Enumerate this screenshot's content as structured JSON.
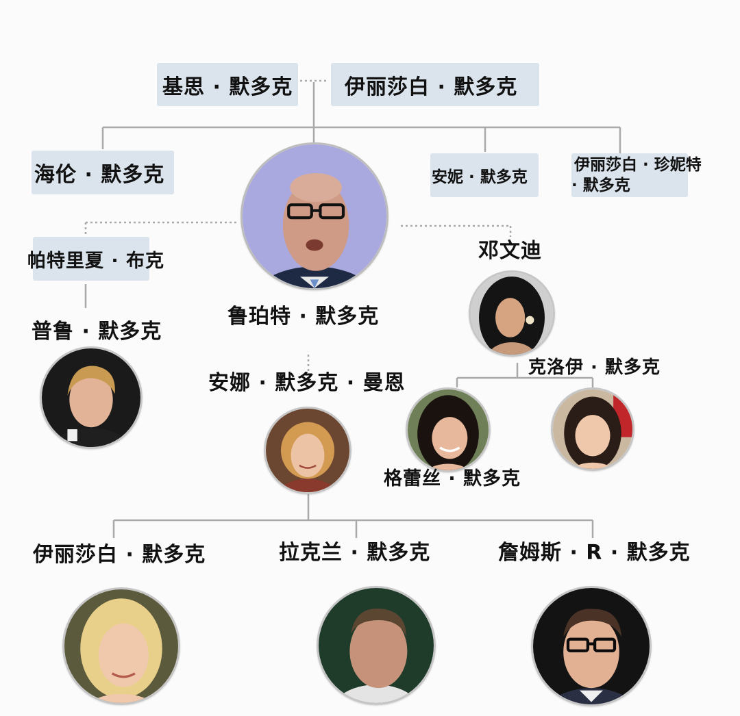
{
  "people": {
    "keith": "基思 · 默多克",
    "elisabeth_mother": "伊丽莎白 · 默多克",
    "helen": "海伦 · 默多克",
    "anne": "安妮 · 默多克",
    "janet_line1": "伊丽莎白 · 珍妮特",
    "janet_line2": "· 默多克",
    "patricia": "帕特里夏 · 布克",
    "prue": "普鲁 · 默多克",
    "rupert": "鲁珀特 · 默多克",
    "wendi": "邓文迪",
    "anna": "安娜 · 默多克 · 曼恩",
    "chloe": "克洛伊 · 默多克",
    "grace": "格蕾丝 · 默多克",
    "elisabeth_child": "伊丽莎白 · 默多克",
    "lachlan": "拉克兰 · 默多克",
    "james": "詹姆斯 · R · 默多克"
  },
  "colors": {
    "box_fill": "#dbe4ec",
    "line": "#a9a9a9",
    "text": "#111111"
  }
}
